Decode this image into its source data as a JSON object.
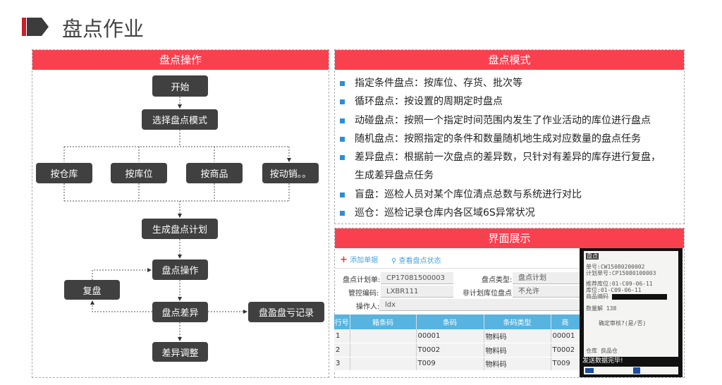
{
  "page": {
    "title": "盘点作业",
    "colors": {
      "accent": "#f9404f",
      "dark_box": "#404040",
      "bullet": "#2d8ed8",
      "table_header": "#57b3e0"
    }
  },
  "left_panel": {
    "header": "盘点操作",
    "flow": {
      "start": "开始",
      "select_mode": "选择盘点模式",
      "modes": [
        "按仓库",
        "按库位",
        "按商品",
        "按动销。。"
      ],
      "generate_plan": "生成盘点计划",
      "operation": "盘点操作",
      "recheck": "复盘",
      "difference": "盘点差异",
      "profit_loss": "盘盈盘亏记录",
      "adjust": "差异调整"
    }
  },
  "modes_panel": {
    "header": "盘点模式",
    "items": [
      "指定条件盘点：按库位、存货、批次等",
      "循环盘点：按设置的周期定时盘点",
      "动碰盘点：按照一个指定时间范围内发生了作业活动的库位进行盘点",
      "随机盘点：按照指定的条件和数量随机地生成对应数量的盘点任务",
      "差异盘点：根据前一次盘点的差异数，只针对有差异的库存进行复盘，",
      "生成差异盘点任务",
      "盲盘：巡检人员对某个库位清点总数与系统进行对比",
      "巡仓：巡检记录仓库内各区域6S异常状况"
    ]
  },
  "ui_panel": {
    "header": "界面展示",
    "toolbar": {
      "add": "添加单据",
      "view": "查看盘点状态"
    },
    "form": {
      "plan_label": "盘点计划单:",
      "plan_value": "CP17081500003",
      "type_label": "盘点类型:",
      "type_value": "盘点计划",
      "control_label": "管控编码:",
      "control_value": "LXBR111",
      "nonplan_label": "非计划库位盘点:",
      "nonplan_value": "不允许",
      "operator_label": "操作人:",
      "operator_value": "ldx"
    },
    "table": {
      "headers": [
        "行号",
        "箱条码",
        "条码",
        "条码类型",
        "商"
      ],
      "rows": [
        [
          "1",
          "",
          "00001",
          "物料码",
          "00001"
        ],
        [
          "2",
          "",
          "T0002",
          "物料码",
          "T0002"
        ],
        [
          "3",
          "",
          "T009",
          "物料码",
          "T009"
        ]
      ]
    },
    "phone": {
      "title": "盘点",
      "lines": [
        "单号:CW15080200002",
        "计划单号:CP15080100003",
        "推荐库位:01-C09-06-11",
        "库位:01-C09-06-11",
        "商品编码"
      ],
      "qty": "数量解 138",
      "confirm": "确定审核?(是/否)",
      "footer1": "仓库 良品仓",
      "footer2": "发送数据完毕!"
    }
  }
}
